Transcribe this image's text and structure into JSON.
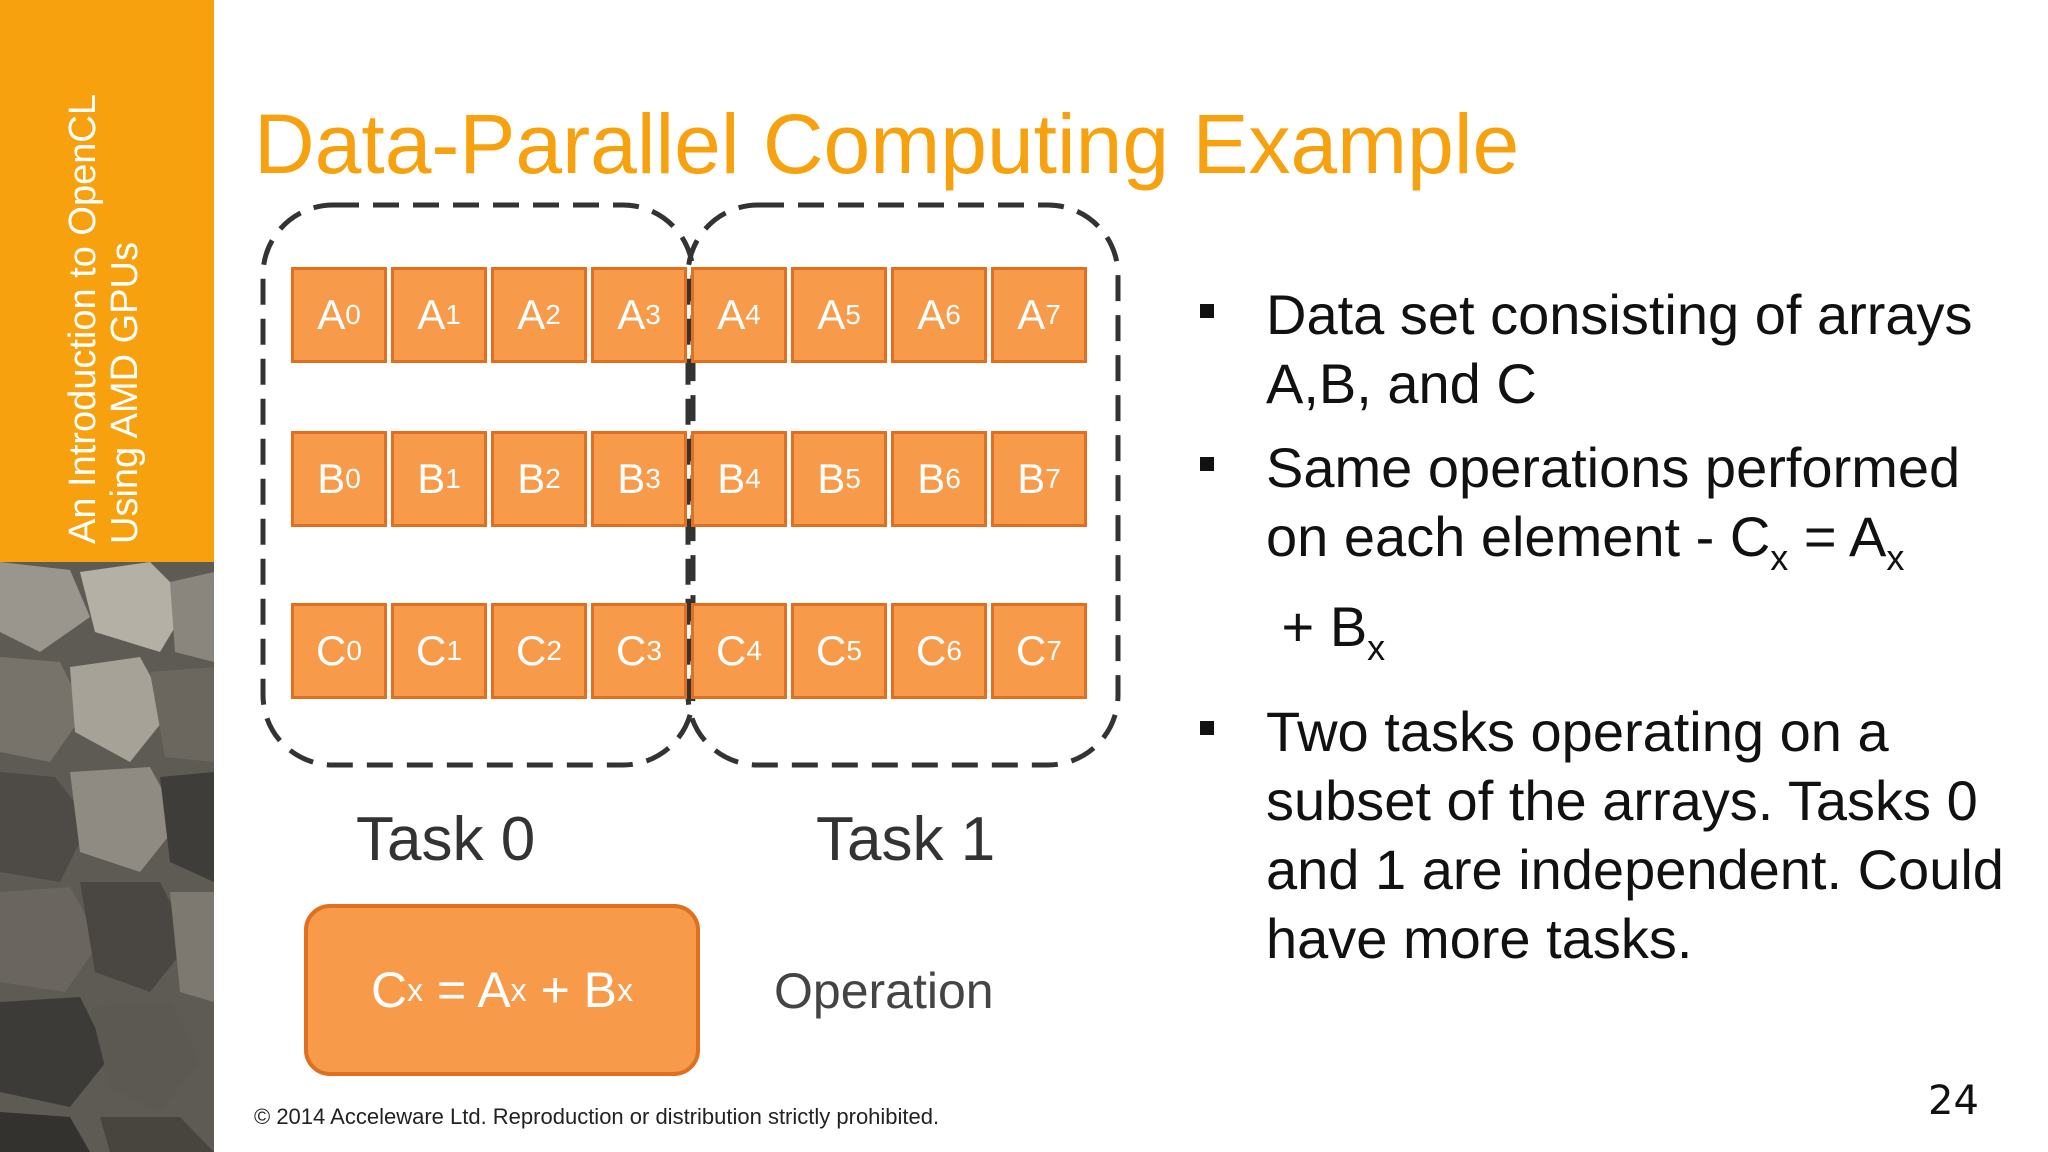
{
  "sidebar": {
    "line1": "An Introduction to OpenCL",
    "line2": "Using AMD GPUs"
  },
  "title": "Data-Parallel Computing Example",
  "arrays": [
    {
      "letter": "A",
      "indices": [
        "0",
        "1",
        "2",
        "3",
        "4",
        "5",
        "6",
        "7"
      ]
    },
    {
      "letter": "B",
      "indices": [
        "0",
        "1",
        "2",
        "3",
        "4",
        "5",
        "6",
        "7"
      ]
    },
    {
      "letter": "C",
      "indices": [
        "0",
        "1",
        "2",
        "3",
        "4",
        "5",
        "6",
        "7"
      ]
    }
  ],
  "tasks": [
    "Task 0",
    "Task 1"
  ],
  "operation": {
    "c": "C",
    "x1": "x",
    "eq": " = A",
    "x2": "x",
    "plus": " + B",
    "x3": "x",
    "label": "Operation"
  },
  "bullets": {
    "b1": "Data set consisting of arrays A,B, and C",
    "b2_a": "Same operations performed on each element - C",
    "b2_x1": "x",
    "b2_b": " = A",
    "b2_x2": "x",
    "b2_c": " + B",
    "b2_x3": "x",
    "b3": "Two tasks operating on a subset of the arrays.  Tasks 0 and 1 are independent.  Could have more tasks."
  },
  "footer": {
    "copyright": "© 2014 Acceleware Ltd. Reproduction or distribution strictly prohibited.",
    "page": "24"
  },
  "colors": {
    "accent": "#F7A10F",
    "cell_fill": "#F79A4A",
    "cell_border": "#E06F1F",
    "dashed": "#333333"
  }
}
